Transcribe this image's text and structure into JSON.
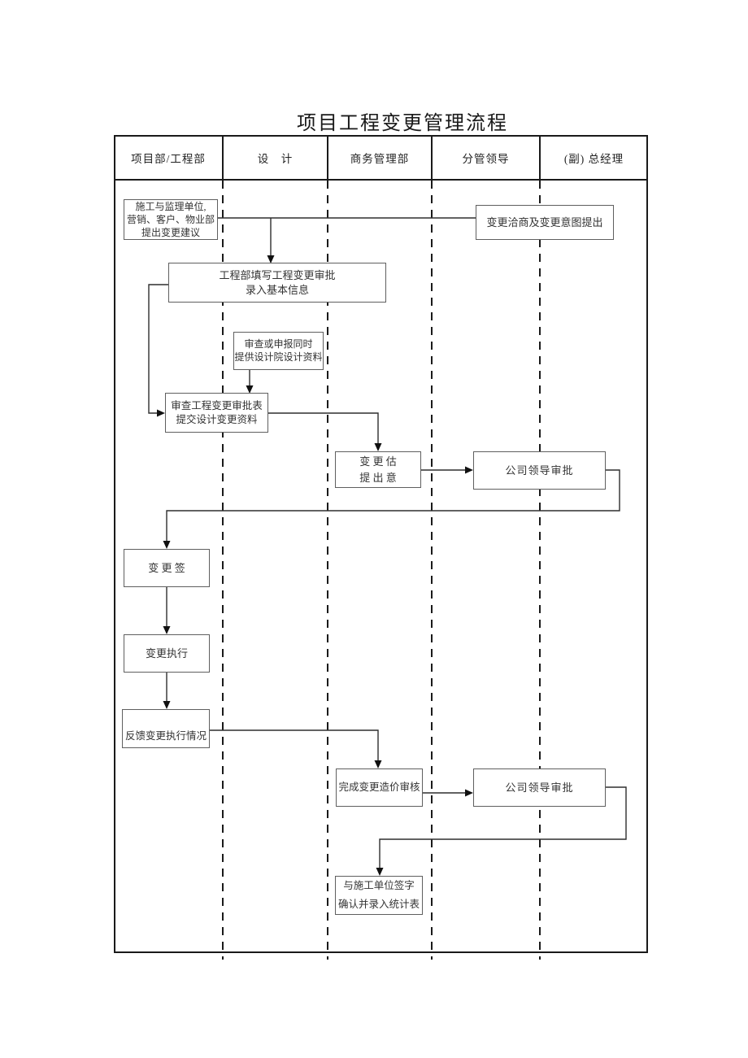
{
  "title": "项目工程变更管理流程",
  "lanes": [
    {
      "id": "project-engineering-dept",
      "label": "项目部/工程部"
    },
    {
      "id": "design",
      "label": "设　计"
    },
    {
      "id": "business-management-dept",
      "label": "商务管理部"
    },
    {
      "id": "leader-in-charge",
      "label": "分管领导"
    },
    {
      "id": "deputy-general-manager",
      "label": "(副) 总经理"
    }
  ],
  "boxes": {
    "change_proposal_units": {
      "text": "施工与监理单位,\n营销、客户、物业部\n提出变更建议"
    },
    "change_negotiation": {
      "text": "变更洽商及变更意图提出"
    },
    "fill_change_approval": {
      "text": "工程部填写工程变更审批\n录入基本信息"
    },
    "design_review_materials": {
      "text": "审查或申报同时\n提供设计院设计资料"
    },
    "review_change_approval_form": {
      "text": "审查工程变更审批表\n提交设计变更资料"
    },
    "change_estimate_opinion": {
      "text": "变 更 估\n提 出 意"
    },
    "company_leader_approval_1": {
      "text": "公司领导审批"
    },
    "change_sign": {
      "text": "变 更 签"
    },
    "change_execution": {
      "text": "变更执行"
    },
    "feedback_execution": {
      "text": "反馈变更执行情况"
    },
    "complete_cost_review": {
      "text": "完成变更造价审核"
    },
    "company_leader_approval_2": {
      "text": "公司领导审批"
    },
    "sign_with_constructor": {
      "text": "与施工单位签字\n确认并录入统计表"
    }
  },
  "colors": {
    "frame_border": "#1a1a1a",
    "box_border": "#5f5f5f",
    "connector": "#2e2e2e",
    "text": "#333333",
    "background": "#ffffff"
  }
}
